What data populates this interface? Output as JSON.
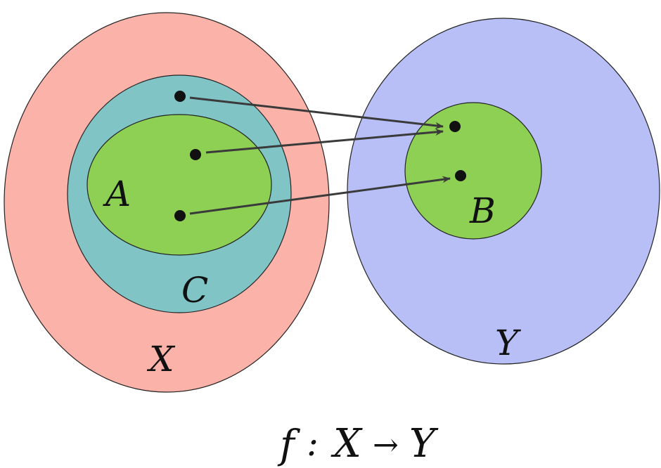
{
  "labels": {
    "X": "X",
    "Y": "Y",
    "A": "A",
    "B": "B",
    "C": "C"
  },
  "caption": {
    "f": "f",
    "colon": ":",
    "X": "X",
    "arrow": "→",
    "Y": "Y"
  },
  "colors": {
    "X": "#fbb2a8",
    "C": "#80c4c6",
    "A": "#8dd054",
    "Y": "#b8bff7",
    "B": "#8dd054",
    "arrow": "#3a3a3a"
  }
}
